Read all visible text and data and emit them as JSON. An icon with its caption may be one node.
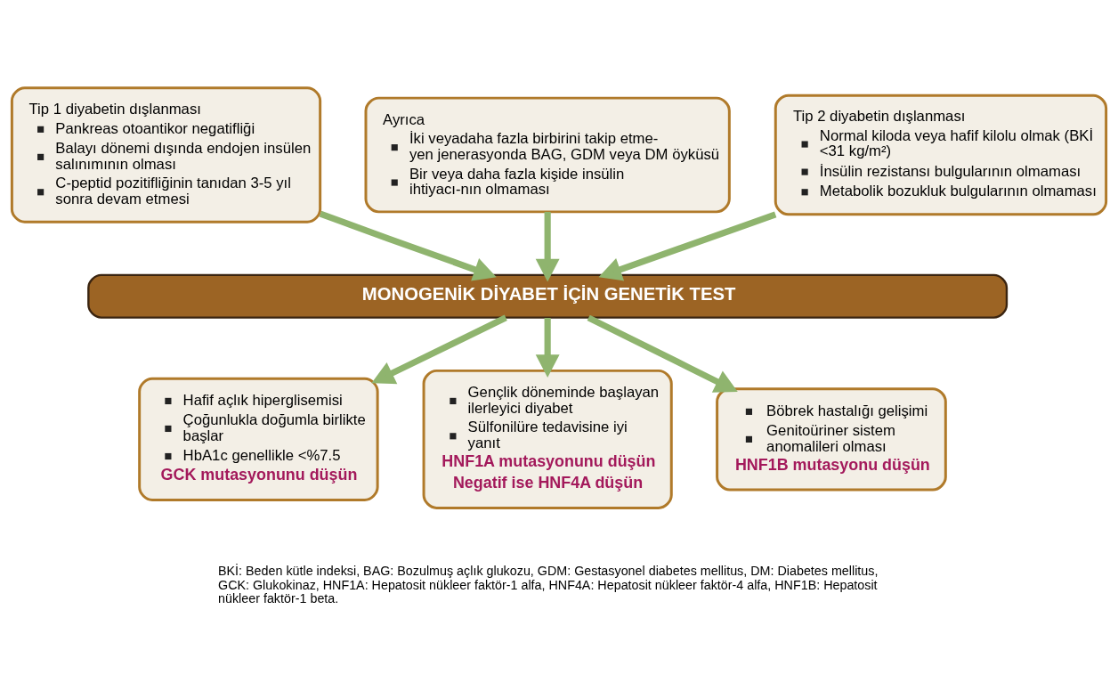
{
  "diagram": {
    "nodes": [
      {
        "text": [
          "Tip 1 diyabetin dışlanması",
          "Pankreas otoantikor negatifliği",
          "Balayı dönemi dışında endojen insülen salınımının olması",
          "C-peptid pozitifliğinin tanıdan 3-5 yıl sonra devam etmesi"
        ]
      },
      {
        "text": [
          "Tip 2 diyabetin dışlanması",
          "Normal kiloda veya hafif kilolu olmak (BKİ <31 kg/m²)",
          "İnsülin rezistansı bulgularının olmaması",
          "Metabolik bozukluk bulgularının olmaması"
        ]
      },
      {
        "text": [
          "Ayrıca",
          "İki veyadaha fazla birbirini takip etme-yen jenerasyonda BAG, GDM veya DM öyküsü",
          "Bir veya daha fazla kişide insülin ihtiyacı-nın olmaması"
        ]
      },
      {
        "text": [
          "MONOGENİK DİYABET İÇİN GENETİK TEST"
        ]
      },
      {
        "text": [
          "Hafif açlık hiperglisemisi",
          "Çoğunlukla doğumla birlikte başlar",
          "HbA1c genellikle <%7.5",
          "GCK mutasyonunu düşün"
        ]
      },
      {
        "text": [
          "Gençlik döneminde başlayan ilerleyici diyabet",
          "Sülfonilüre tedavisine iyi yanıt",
          "HNF1A mutasyonunu düşün",
          "Negatif ise HNF4A düşün"
        ]
      },
      {
        "text": [
          "Böbrek hastalığı gelişimi",
          "Genitoüriner sistem anomalileri olması",
          "HNF1B mutasyonu düşün"
        ]
      }
    ],
    "edges": [
      {
        "from": 0,
        "to": 3,
        "arrow": "to"
      },
      {
        "from": 2,
        "to": 3,
        "arrow": "to"
      },
      {
        "from": 1,
        "to": 3,
        "arrow": "to"
      },
      {
        "from": 3,
        "to": 4,
        "arrow": "to"
      },
      {
        "from": 3,
        "to": 5,
        "arrow": "to"
      },
      {
        "from": 3,
        "to": 6,
        "arrow": "to"
      }
    ],
    "labels": [
      "BKİ: Beden kütle indeksi, BAG: Bozulmuş açlık glukozu, GDM: Gestasyonel diabetes mellitus, DM: Diabetes mellitus, GCK: Glukokinaz, HNF1A: Hepatosit nükleer faktör-1 alfa, HNF4A: Hepatosit nükleer faktör-4 alfa, HNF1B: Hepatosit nükleer faktör-1 beta."
    ]
  }
}
